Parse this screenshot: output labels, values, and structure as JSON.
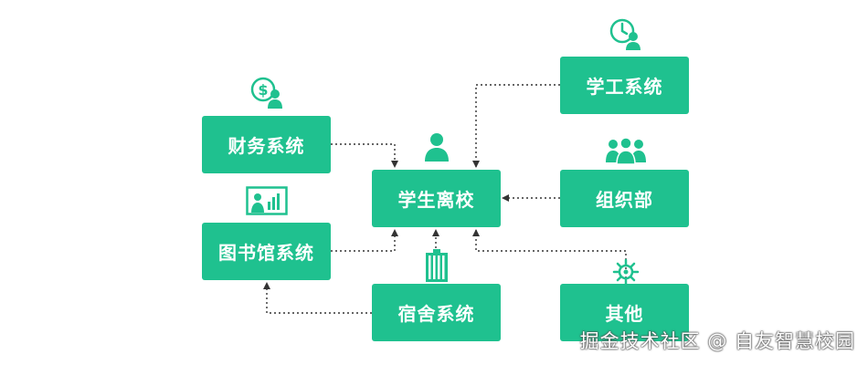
{
  "nodes": {
    "center": "学生离校",
    "finance": "财务系统",
    "library": "图书馆系统",
    "dorm": "宿舍系统",
    "student_affairs": "学工系统",
    "organization": "组织部",
    "other": "其他"
  },
  "watermark": "掘金技术社区 @ 自友智慧校园",
  "colors": {
    "accent": "#1fc18f",
    "connector": "#333333"
  },
  "icons": {
    "center": "person-icon",
    "finance": "money-person-icon",
    "library": "presentation-icon",
    "dorm": "building-icon",
    "student_affairs": "clock-person-icon",
    "organization": "group-icon",
    "other": "gear-icon"
  }
}
